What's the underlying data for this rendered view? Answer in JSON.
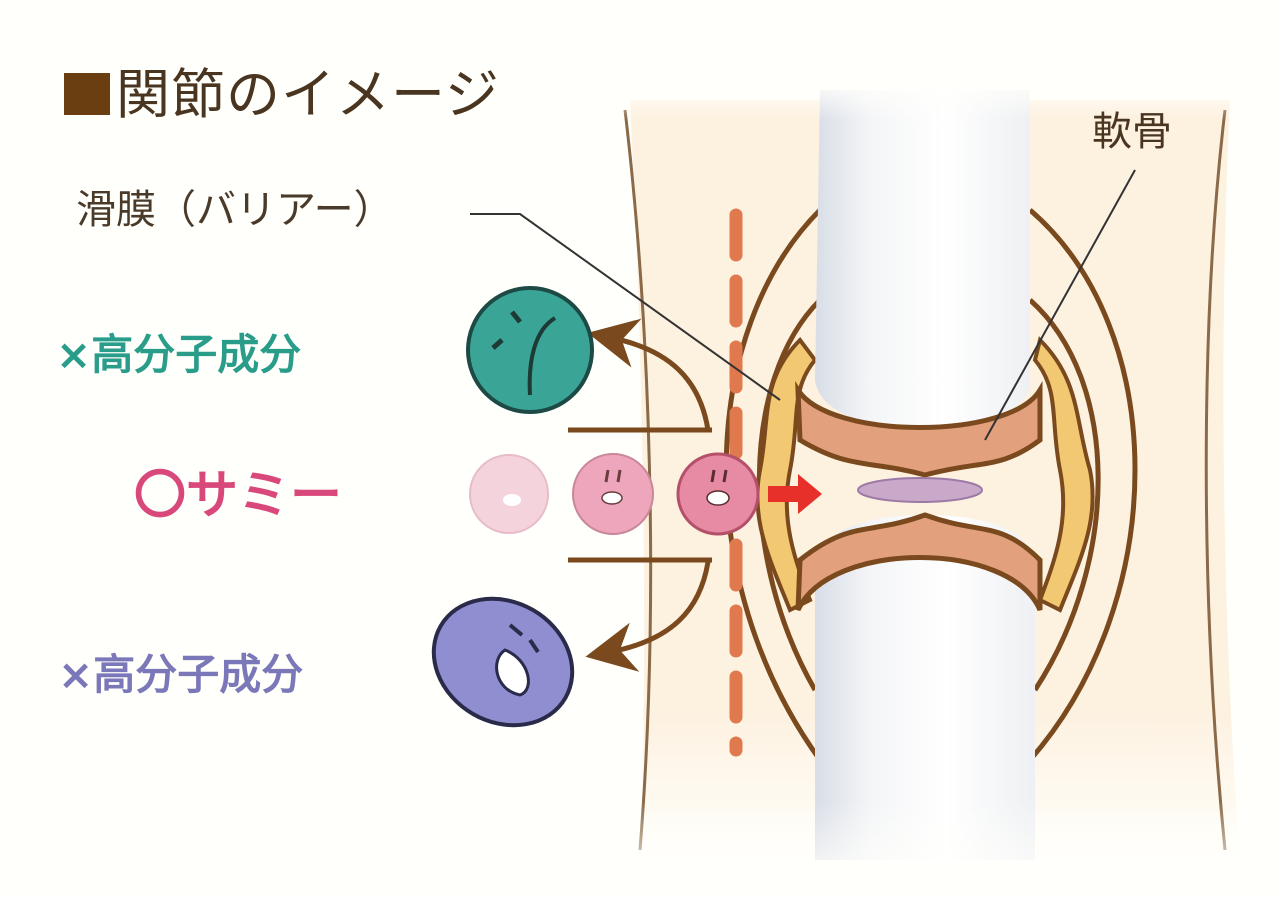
{
  "title": "関節のイメージ",
  "title_marker_color": "#6b3e12",
  "labels": {
    "synovium": "滑膜（バリアー）",
    "cartilage": "軟骨",
    "blocked_top": "×高分子成分",
    "passes": "〇サミー",
    "blocked_bottom": "×高分子成分"
  },
  "colors": {
    "blocked_top": "#2a9d8a",
    "passes": "#d9487a",
    "blocked_bottom": "#7a78b8",
    "outline": "#7a4a1e",
    "cartilage_fill": "#e3a07c",
    "synovial_fill": "#f3c873",
    "barrier_dash": "#e07a4e",
    "arrow_red": "#e8302a"
  },
  "characters": [
    {
      "name": "high-molecular-component-top",
      "mood": "angry",
      "color": "#3aa597",
      "status": "blocked"
    },
    {
      "name": "sammy-faint",
      "mood": "happy",
      "color": "#f4d3dc",
      "status": "approaching"
    },
    {
      "name": "sammy-medium",
      "mood": "happy",
      "color": "#eda6bb",
      "status": "approaching"
    },
    {
      "name": "sammy-passing",
      "mood": "happy",
      "color": "#e78aa3",
      "status": "passing"
    },
    {
      "name": "high-molecular-component-bottom",
      "mood": "angry",
      "color": "#8f8ed0",
      "status": "blocked"
    }
  ]
}
